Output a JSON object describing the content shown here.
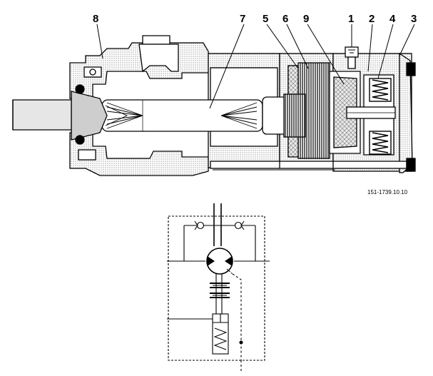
{
  "callouts": [
    {
      "id": "c8",
      "label": "8"
    },
    {
      "id": "c7",
      "label": "7"
    },
    {
      "id": "c5",
      "label": "5"
    },
    {
      "id": "c6",
      "label": "6"
    },
    {
      "id": "c9",
      "label": "9"
    },
    {
      "id": "c1",
      "label": "1"
    },
    {
      "id": "c2",
      "label": "2"
    },
    {
      "id": "c4",
      "label": "4"
    },
    {
      "id": "c3",
      "label": "3"
    }
  ],
  "drawing_ref": "151-1739.10.10",
  "colors": {
    "line": "#000000",
    "stipple": "#9a9a9a",
    "paper": "#ffffff"
  }
}
